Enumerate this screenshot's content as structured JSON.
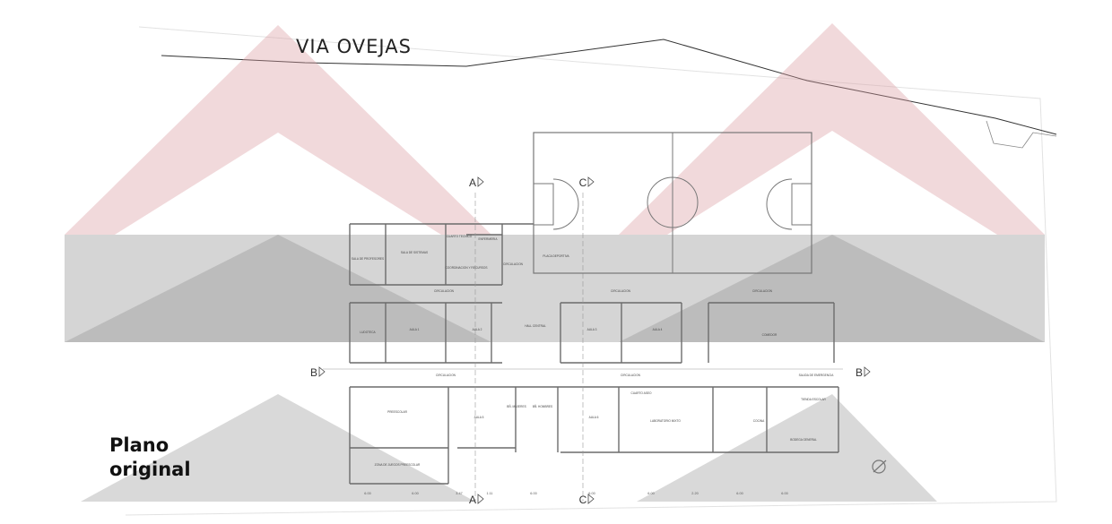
{
  "drawing": {
    "street_label": "VIA OVEJAS",
    "caption_line1": "Plano",
    "caption_line2": "original",
    "section_markers": [
      "A",
      "B",
      "C"
    ]
  },
  "overlay_colors": {
    "red_chevron": "#d99ca0",
    "gray_chevron": "#9a9a9a",
    "plan_lines": "#6b6b6b"
  },
  "room_labels": [
    {
      "id": "sala-profesores",
      "text": "SALA DE PROFESORES"
    },
    {
      "id": "sala-sistemas",
      "text": "SALA DE SISTEMAS"
    },
    {
      "id": "cuarto-tecnico",
      "text": "CUARTO TECNICO"
    },
    {
      "id": "enfermeria",
      "text": "ENFERMERIA"
    },
    {
      "id": "coordinacion",
      "text": "COORDINACION Y RECURSOS"
    },
    {
      "id": "circulacion-1",
      "text": "CIRCULACION"
    },
    {
      "id": "placa-deportiva",
      "text": "PLACA DEPORTIVA"
    },
    {
      "id": "circulacion-2",
      "text": "CIRCULACION"
    },
    {
      "id": "circulacion-3",
      "text": "CIRCULACION"
    },
    {
      "id": "circulacion-4",
      "text": "CIRCULACION"
    },
    {
      "id": "hall-central",
      "text": "HALL CENTRAL"
    },
    {
      "id": "ludoteca",
      "text": "LUDOTECA"
    },
    {
      "id": "aula-1",
      "text": "AULA 1"
    },
    {
      "id": "aula-2",
      "text": "AULA 2"
    },
    {
      "id": "aula-3",
      "text": "AULA 3"
    },
    {
      "id": "aula-4",
      "text": "AULA 4"
    },
    {
      "id": "comedor",
      "text": "COMEDOR"
    },
    {
      "id": "circulacion-5",
      "text": "CIRCULACION"
    },
    {
      "id": "circulacion-6",
      "text": "CIRCULACION"
    },
    {
      "id": "salida-emergencia",
      "text": "SALIDA DE EMERGENCIA"
    },
    {
      "id": "preescolar",
      "text": "PREESCOLAR"
    },
    {
      "id": "zona-juegos",
      "text": "ZONA DE JUEGOS PREESCOLAR"
    },
    {
      "id": "aula-5",
      "text": "AULA 5"
    },
    {
      "id": "bano-mujeres",
      "text": "BÑ. MUJERES"
    },
    {
      "id": "bano-hombres",
      "text": "BÑ. HOMBRES"
    },
    {
      "id": "aula-6",
      "text": "AULA 6"
    },
    {
      "id": "laboratorio",
      "text": "LABORATORIO MIXTO"
    },
    {
      "id": "cocina",
      "text": "COCINA"
    },
    {
      "id": "tienda-escolar",
      "text": "TIENDA ESCOLAR"
    },
    {
      "id": "bodega",
      "text": "BODEGA GENERAL"
    },
    {
      "id": "cuarto-aseo",
      "text": "CUARTO ASEO"
    }
  ],
  "dimensions": [
    "6.00",
    "6.00",
    "3.47",
    "1.11",
    "6.00",
    "6.00",
    "6.00",
    "2.20",
    "6.00",
    "6.00"
  ]
}
